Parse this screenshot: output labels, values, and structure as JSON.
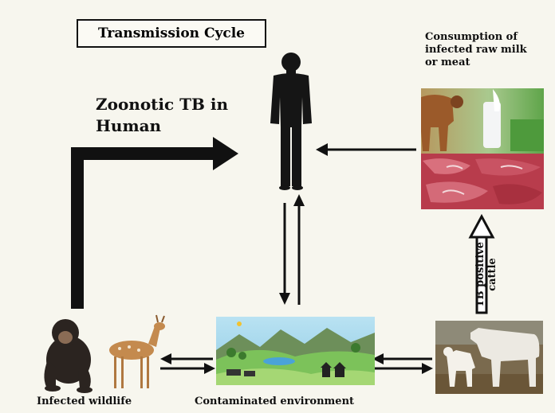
{
  "diagram": {
    "title": "Transmission Cycle",
    "labels": {
      "zoonotic_line1": "Zoonotic TB in",
      "zoonotic_line2": "Human",
      "consumption_line1": "Consumption of",
      "consumption_line2": "infected raw milk",
      "consumption_line3": "or meat",
      "tb_positive_line1": "TB positive",
      "tb_positive_line2": "cattle",
      "wildlife": "Infected wildlife",
      "environment": "Contaminated environment"
    },
    "colors": {
      "background": "#f7f6ee",
      "arrow": "#111111",
      "human": "#151515",
      "sky": "#9fd3ea",
      "grass": "#7cc25a",
      "meat": "#c0394b",
      "cattle": "#e9e6df"
    },
    "icons": [
      "human-silhouette-icon",
      "chimpanzee-icon",
      "deer-icon",
      "landscape-illustration",
      "milk-cow-photo",
      "raw-meat-photo",
      "cattle-photo"
    ]
  }
}
